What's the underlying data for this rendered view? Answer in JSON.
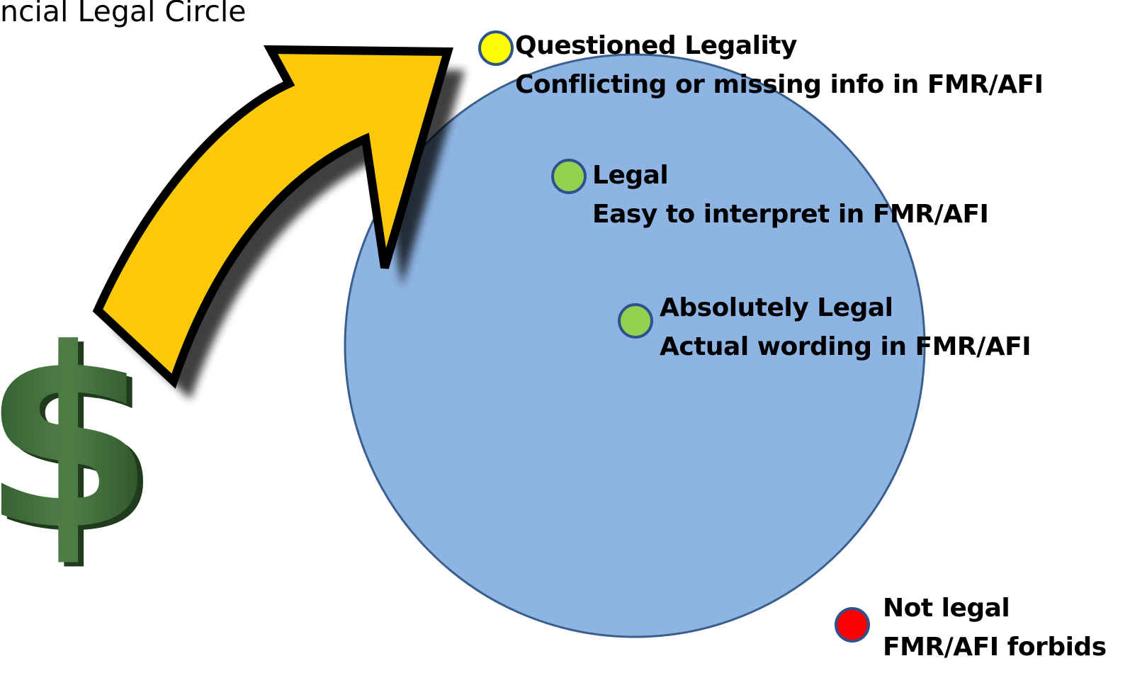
{
  "title": "ncial Legal Circle",
  "colors": {
    "circle_fill": "#8EB4E3",
    "circle_stroke": "#3A5F8E",
    "arrow_fill": "#FBC80A",
    "dollar_green": "#3E6B3A",
    "dot_yellow": "#FFFF00",
    "dot_green": "#92D050",
    "dot_red": "#FF0000",
    "dot_stroke": "#2F528F"
  },
  "icons": {
    "arrow": "curved-arrow-icon",
    "currency": "dollar-sign-icon"
  },
  "dollar_symbol": "$",
  "levels": [
    {
      "id": "questioned",
      "color": "#FFFF00",
      "heading": "Questioned Legality",
      "detail": "Conflicting or missing info in FMR/AFI"
    },
    {
      "id": "legal",
      "color": "#92D050",
      "heading": "Legal",
      "detail": "Easy to interpret in FMR/AFI"
    },
    {
      "id": "absolutely",
      "color": "#92D050",
      "heading": "Absolutely Legal",
      "detail": "Actual wording in FMR/AFI"
    },
    {
      "id": "not-legal",
      "color": "#FF0000",
      "heading": "Not legal",
      "detail": "FMR/AFI forbids"
    }
  ]
}
